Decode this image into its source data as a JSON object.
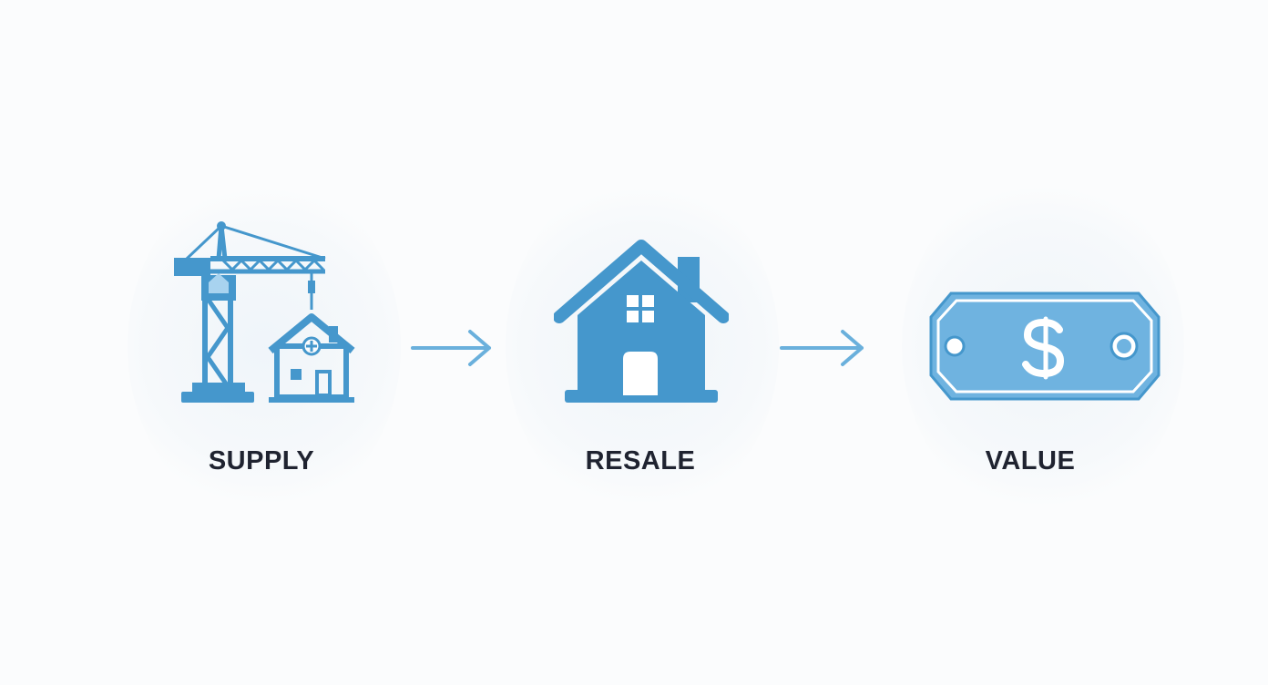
{
  "colors": {
    "background": "#fbfcfd",
    "icon_primary": "#4597cc",
    "icon_light": "#6fb3e0",
    "arrow": "#6ab0dc",
    "label_text": "#1f2330"
  },
  "steps": [
    {
      "label": "SUPPLY",
      "icon": "construction-crane-house-icon"
    },
    {
      "label": "RESALE",
      "icon": "house-icon"
    },
    {
      "label": "VALUE",
      "icon": "dollar-price-tag-icon"
    }
  ],
  "connectors": [
    {
      "icon": "arrow-right-icon"
    },
    {
      "icon": "arrow-right-icon"
    }
  ]
}
